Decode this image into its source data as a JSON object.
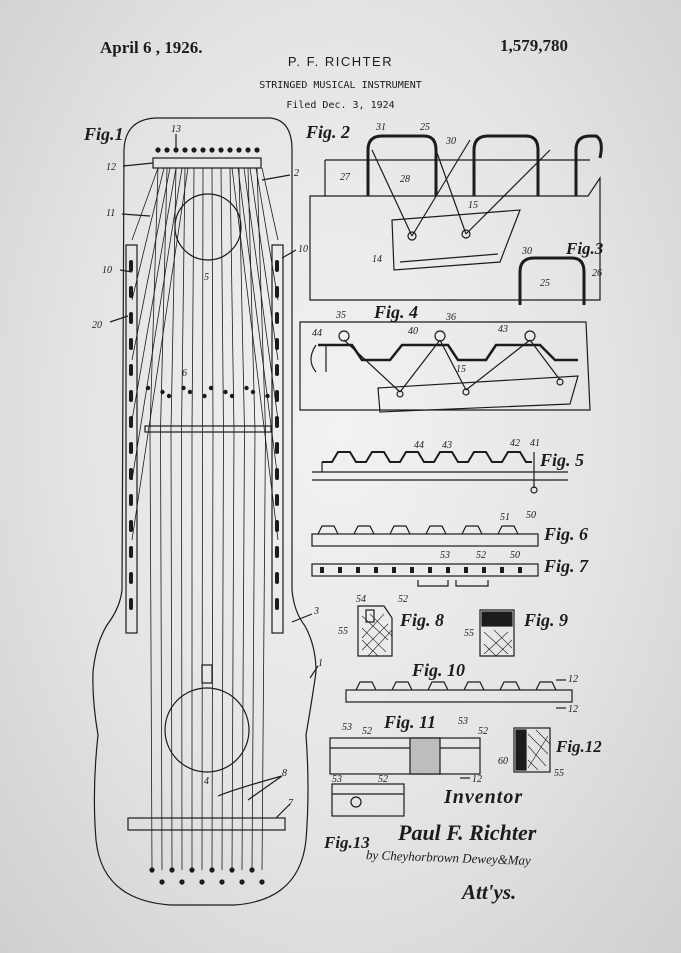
{
  "header": {
    "date": "April 6 , 1926.",
    "patent_number": "1,579,780",
    "inventor": "P. F. RICHTER",
    "title": "STRINGED MUSICAL INSTRUMENT",
    "filed": "Filed Dec. 3, 1924"
  },
  "figures": {
    "fig1": "Fig.1",
    "fig2": "Fig. 2",
    "fig3": "Fig.3",
    "fig4": "Fig. 4",
    "fig5": "Fig. 5",
    "fig6": "Fig. 6",
    "fig7": "Fig. 7",
    "fig8": "Fig. 8",
    "fig9": "Fig. 9",
    "fig10": "Fig. 10",
    "fig11": "Fig. 11",
    "fig12": "Fig.12",
    "fig13": "Fig.13"
  },
  "refs": {
    "r13": "13",
    "r12": "12",
    "r2": "2",
    "r11": "11",
    "r5": "5",
    "r10a": "10",
    "r10b": "10",
    "r20": "20",
    "r6": "6",
    "r3": "3",
    "r1": "1",
    "r4": "4",
    "r8": "8",
    "r7": "7",
    "r31": "31",
    "r25": "25",
    "r30": "30",
    "r27": "27",
    "r28": "28",
    "r15": "15",
    "r14": "14",
    "r30b": "30",
    "r25b": "25",
    "r26": "26",
    "r35": "35",
    "r44": "44",
    "r40": "40",
    "r36": "36",
    "r43": "43",
    "r15b": "15",
    "r44b": "44",
    "r43b": "43",
    "r42": "42",
    "r41": "41",
    "r51": "51",
    "r50": "50",
    "r53": "53",
    "r52": "52",
    "r50b": "50",
    "r54": "54",
    "r52b": "52",
    "r55": "55",
    "r55b": "55",
    "r12b": "12",
    "r12c": "12",
    "r53b": "53",
    "r52c": "52",
    "r53c": "53",
    "r52d": "52",
    "r12d": "12",
    "r60": "60",
    "r55c": "55",
    "r53d": "53",
    "r52e": "52"
  },
  "signature": {
    "inventor_label": "Inventor",
    "inventor_name": "Paul F. Richter",
    "by_line": "by Cheyhorbrown Dewey&May",
    "attys": "Att'ys."
  },
  "colors": {
    "ink": "#1c1c1c",
    "paper": "#ececec"
  }
}
